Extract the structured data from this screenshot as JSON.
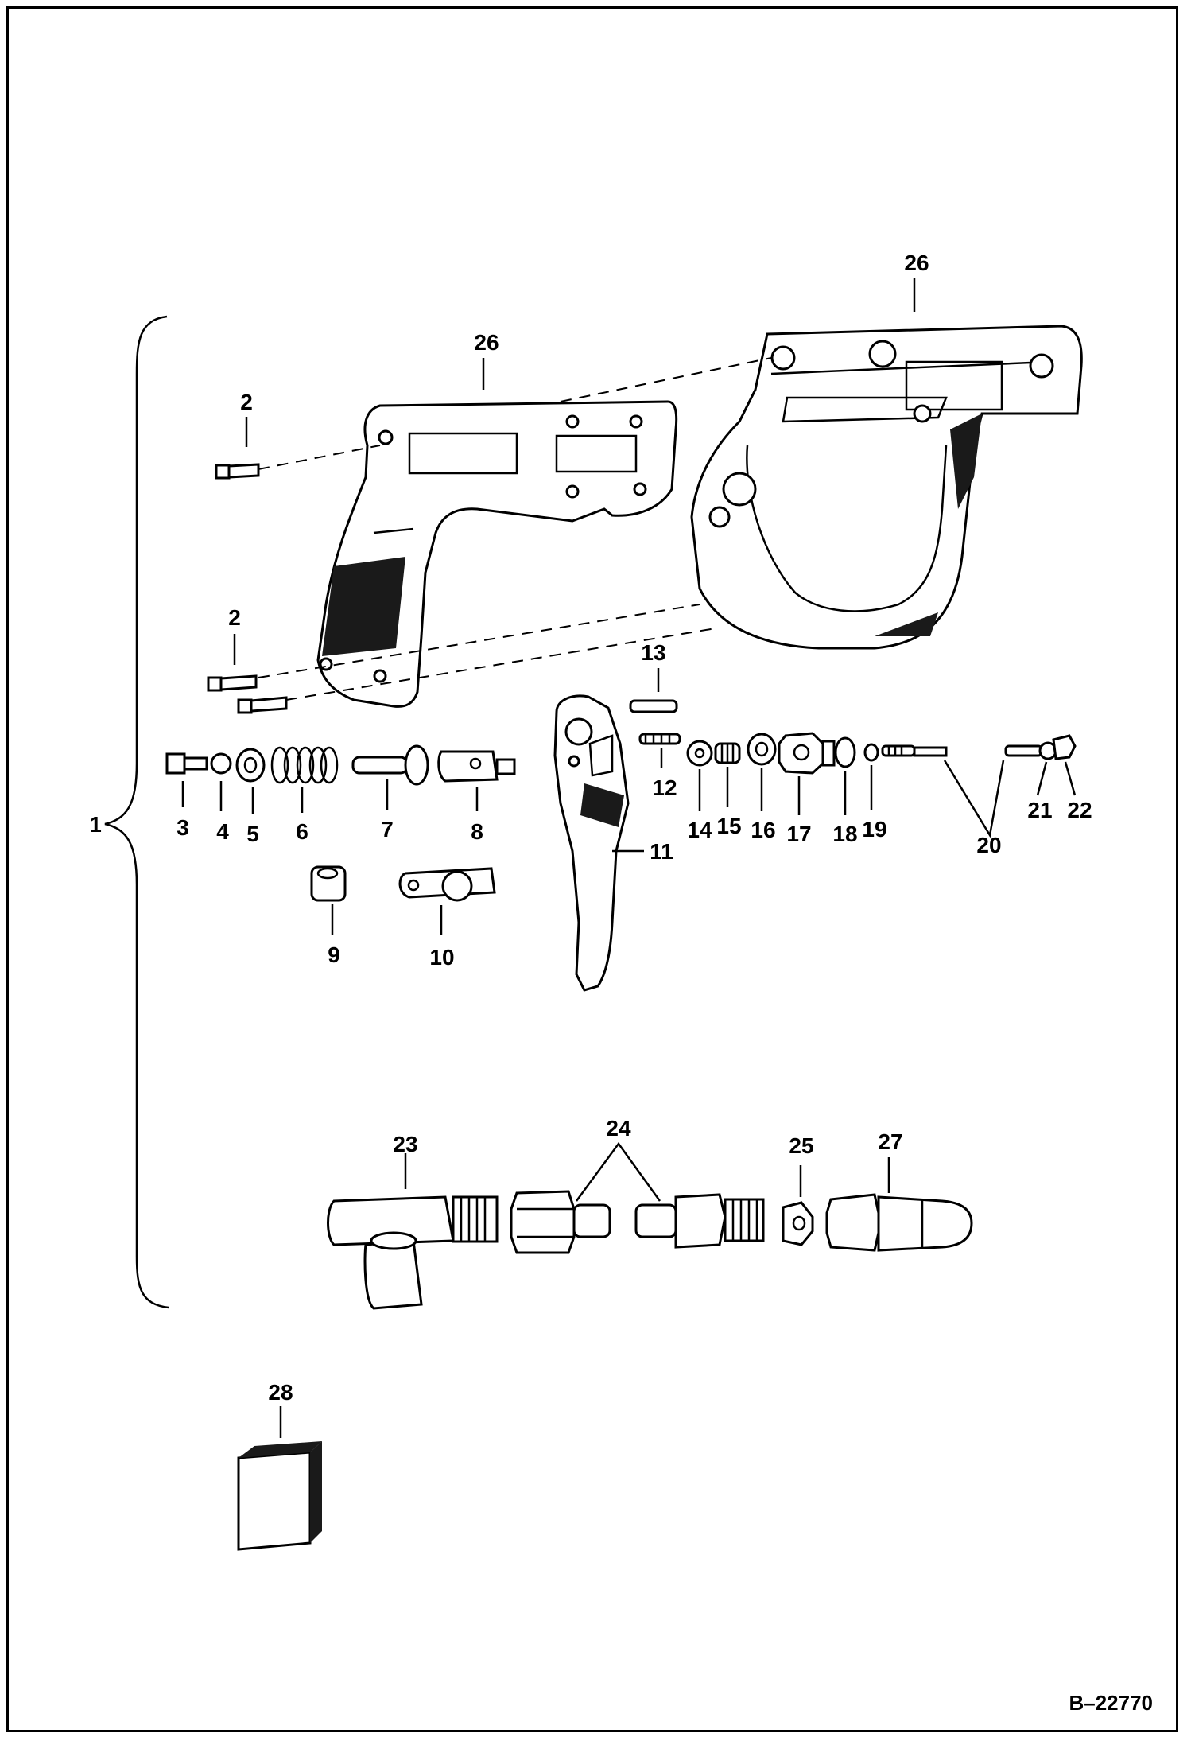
{
  "diagram": {
    "callouts": {
      "c1": "1",
      "c2a": "2",
      "c2b": "2",
      "c3": "3",
      "c4": "4",
      "c5": "5",
      "c6": "6",
      "c7": "7",
      "c8": "8",
      "c9": "9",
      "c10": "10",
      "c11": "11",
      "c12": "12",
      "c13": "13",
      "c14": "14",
      "c15": "15",
      "c16": "16",
      "c17": "17",
      "c18": "18",
      "c19": "19",
      "c20": "20",
      "c21": "21",
      "c22": "22",
      "c23": "23",
      "c24": "24",
      "c25": "25",
      "c26a": "26",
      "c26b": "26",
      "c27": "27",
      "c28": "28"
    },
    "doc_number": "B–22770",
    "colors": {
      "ink": "#000000",
      "paper": "#ffffff",
      "shade": "#1a1a1a"
    }
  }
}
